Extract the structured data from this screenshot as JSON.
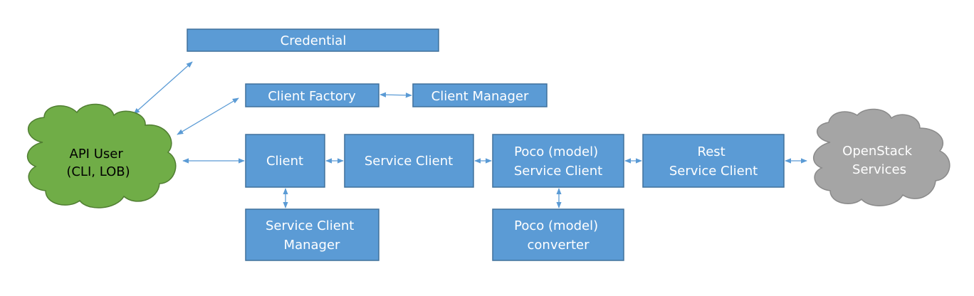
{
  "colors": {
    "box_fill": "#5b9bd5",
    "box_stroke": "#41719c",
    "arrow": "#5b9bd5",
    "user_cloud_fill": "#70ad47",
    "user_cloud_stroke": "#507e32",
    "services_cloud_fill": "#a5a5a5",
    "services_cloud_stroke": "#8a8a8a",
    "box_text": "#ffffff",
    "user_text": "#000000",
    "services_text": "#ffffff"
  },
  "nodes": {
    "credential": {
      "lines": [
        "Credential"
      ]
    },
    "client_factory": {
      "lines": [
        "Client Factory"
      ]
    },
    "client_manager": {
      "lines": [
        "Client Manager"
      ]
    },
    "client": {
      "lines": [
        "Client"
      ]
    },
    "service_client": {
      "lines": [
        "Service Client"
      ]
    },
    "poco_service_client": {
      "lines": [
        "Poco (model)",
        "Service Client"
      ]
    },
    "rest_service_client": {
      "lines": [
        "Rest",
        "Service Client"
      ]
    },
    "service_client_manager": {
      "lines": [
        "Service Client",
        "Manager"
      ]
    },
    "poco_converter": {
      "lines": [
        "Poco (model)",
        "converter"
      ]
    },
    "api_user": {
      "lines": [
        "API User",
        "(CLI, LOB)"
      ]
    },
    "openstack_services": {
      "lines": [
        "OpenStack",
        "Services"
      ]
    }
  }
}
